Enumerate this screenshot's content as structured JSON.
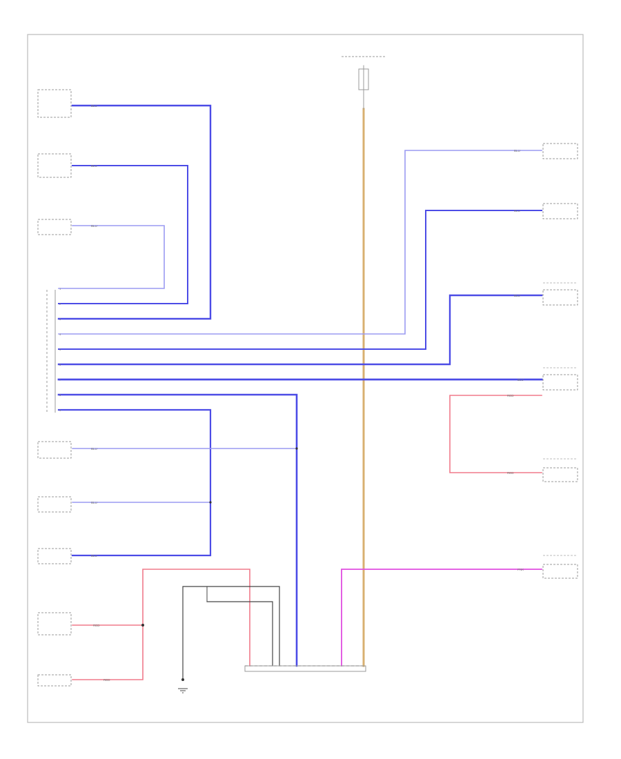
{
  "diagram": {
    "corner_code": "",
    "modules_left": [
      {
        "id": "abs",
        "header": "",
        "text": [
          "",
          "",
          "",
          "",
          ""
        ]
      },
      {
        "id": "ac",
        "header": "",
        "text": [
          "",
          "",
          "",
          "",
          "",
          ""
        ]
      },
      {
        "id": "airbag",
        "header": "",
        "text": [
          "",
          "",
          "",
          "",
          "",
          ""
        ]
      },
      {
        "id": "combination-meter",
        "header": "",
        "text": [
          "",
          ""
        ]
      },
      {
        "id": "headlamp",
        "header": "",
        "text": [
          "",
          "",
          "",
          ""
        ]
      },
      {
        "id": "transmission",
        "header": "",
        "text": [
          "",
          "",
          "",
          ""
        ]
      },
      {
        "id": "steering",
        "header": "",
        "text": [
          "",
          "",
          "",
          "",
          ""
        ]
      },
      {
        "id": "at-ecu-1",
        "header": "",
        "text": [
          "",
          "",
          "",
          ""
        ]
      },
      {
        "id": "at-ecu-2",
        "header": "",
        "text": [
          "",
          "",
          ""
        ]
      }
    ],
    "modules_right": [
      {
        "id": "cruise",
        "header": "",
        "text": [
          "",
          "",
          "",
          "",
          ""
        ]
      },
      {
        "id": "body-ecu",
        "header": "",
        "text": [
          "",
          "",
          ""
        ]
      },
      {
        "id": "engine-ecu",
        "header": "",
        "text": [
          "",
          "",
          "",
          "",
          ""
        ]
      },
      {
        "id": "eps",
        "header": "",
        "text": []
      },
      {
        "id": "electrical",
        "header": "",
        "text": [
          "",
          "",
          "",
          "",
          "",
          "",
          ""
        ]
      },
      {
        "id": "engine-compartment",
        "header": "",
        "text": [
          "",
          "",
          "",
          "",
          "",
          ""
        ]
      },
      {
        "id": "engine-control",
        "header": "",
        "text": [
          "",
          "",
          "",
          "",
          ""
        ]
      }
    ],
    "top_fuse": {
      "header": "",
      "lines": [
        "",
        "",
        ""
      ],
      "side_text": [
        "",
        "",
        "",
        "",
        ""
      ]
    },
    "dlc": {
      "lines": [
        "",
        "",
        "",
        "",
        "",
        ""
      ]
    },
    "ground": {
      "lines": [
        "",
        "",
        ""
      ]
    },
    "junction": {
      "lines": [
        "",
        "",
        "",
        "",
        ""
      ]
    },
    "splice_label": "",
    "wire_colors": {
      "blue": "#4b4be6",
      "light_blue": "#9a9af2",
      "red": "#f07a8a",
      "magenta": "#e04ce0",
      "tan": "#d8b070",
      "black": "#444444",
      "frame": "#bbbbbb"
    }
  }
}
